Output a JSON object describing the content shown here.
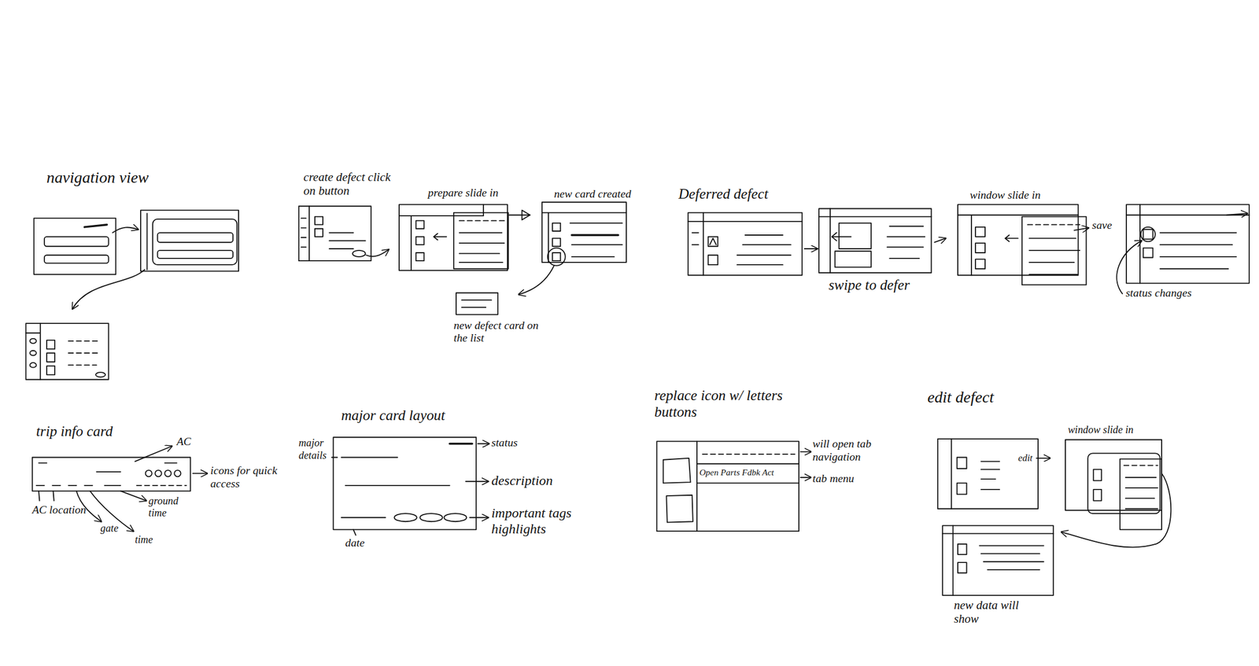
{
  "diagram": {
    "labels": [
      "navigation view",
      "create defect click on button",
      "prepare slide in",
      "new card created",
      "new defect card on the list",
      "Deferred defect",
      "swipe to defer",
      "window slide in",
      "save",
      "status changes",
      "trip info card",
      "AC",
      "icons for quick access",
      "AC location",
      "gate",
      "time",
      "ground time",
      "major card layout",
      "major details",
      "status",
      "description",
      "important tags highlights",
      "date",
      "replace icon w/ letters buttons",
      "Open Parts Fdbk Act",
      "will open tab navigation",
      "tab menu",
      "edit defect",
      "edit",
      "window slide in",
      "new data will show"
    ]
  }
}
